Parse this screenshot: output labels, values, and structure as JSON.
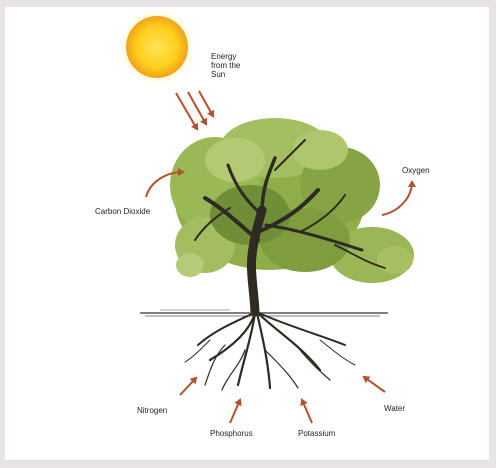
{
  "diagram": {
    "labels": {
      "energy": "Energy\nfrom the\nSun",
      "carbon_dioxide": "Carbon Dioxide",
      "oxygen": "Oxygen",
      "nitrogen": "Nitrogen",
      "phosphorus": "Phosphorus",
      "potassium": "Potassium",
      "water": "Water"
    },
    "colors": {
      "page_background": "#e7e3e6",
      "panel": "#ffffff",
      "arrow": "#b5502d",
      "sun_core": "#ffd21a",
      "sun_glow": "#f0a21a",
      "foliage": "#8fae4a",
      "trunk": "#2f2a22"
    }
  }
}
